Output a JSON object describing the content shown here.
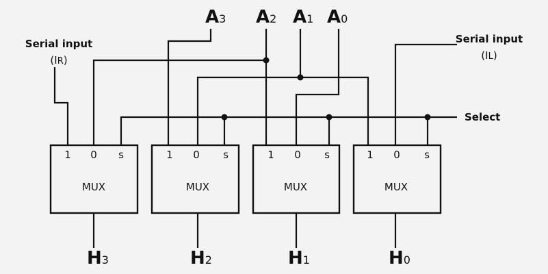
{
  "diagram": {
    "title": "4-bit bidirectional shift register using multiplexers",
    "inputs": [
      {
        "main": "A",
        "sub": "3"
      },
      {
        "main": "A",
        "sub": "2"
      },
      {
        "main": "A",
        "sub": "1"
      },
      {
        "main": "A",
        "sub": "0"
      }
    ],
    "serial_input_right": {
      "label": "Serial input",
      "sym_open": "(I",
      "sym_sub": "R",
      "sym_close": ")"
    },
    "serial_input_left": {
      "label": "Serial input",
      "sym_open": "(I",
      "sym_sub": "L",
      "sym_close": ")"
    },
    "select_label": "Select",
    "muxes": [
      {
        "label": "MUX",
        "pins": [
          "1",
          "0",
          "s"
        ],
        "output": {
          "main": "H",
          "sub": "3"
        }
      },
      {
        "label": "MUX",
        "pins": [
          "1",
          "0",
          "s"
        ],
        "output": {
          "main": "H",
          "sub": "2"
        }
      },
      {
        "label": "MUX",
        "pins": [
          "1",
          "0",
          "s"
        ],
        "output": {
          "main": "H",
          "sub": "1"
        }
      },
      {
        "label": "MUX",
        "pins": [
          "1",
          "0",
          "s"
        ],
        "output": {
          "main": "H",
          "sub": "0"
        }
      }
    ],
    "connections": [
      {
        "from": "Serial input (IR)",
        "to": "MUX H3 pin 1"
      },
      {
        "from": "A2",
        "to": "MUX H3 pin 0"
      },
      {
        "from": "A3",
        "to": "MUX H2 pin 1"
      },
      {
        "from": "A1",
        "to": "MUX H2 pin 0"
      },
      {
        "from": "A2",
        "to": "MUX H1 pin 1"
      },
      {
        "from": "A0",
        "to": "MUX H1 pin 0"
      },
      {
        "from": "A1",
        "to": "MUX H0 pin 1"
      },
      {
        "from": "Serial input (IL)",
        "to": "MUX H0 pin 0"
      },
      {
        "from": "Select",
        "to": "all MUX pin s"
      }
    ]
  }
}
